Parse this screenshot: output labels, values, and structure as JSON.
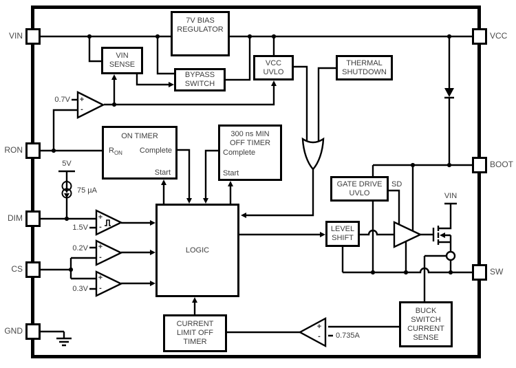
{
  "palette": {
    "line": "#000000",
    "text": "#3d3d3d",
    "background": "#ffffff"
  },
  "pins": {
    "vin": "VIN",
    "ron": "RON",
    "dim": "DIM",
    "cs": "CS",
    "gnd": "GND",
    "vcc": "VCC",
    "boot": "BOOT",
    "sw": "SW"
  },
  "blocks": {
    "bias_regulator": {
      "l1": "7V BIAS",
      "l2": "REGULATOR"
    },
    "vin_sense": {
      "l1": "VIN",
      "l2": "SENSE"
    },
    "bypass_switch": {
      "l1": "BYPASS",
      "l2": "SWITCH"
    },
    "vcc_uvlo": {
      "l1": "VCC",
      "l2": "UVLO"
    },
    "thermal_shutdown": {
      "l1": "THERMAL",
      "l2": "SHUTDOWN"
    },
    "on_timer": {
      "title": "ON TIMER",
      "r": "R",
      "r_sub": "ON",
      "complete": "Complete",
      "start": "Start"
    },
    "off_timer": {
      "l1": "300 ns MIN",
      "l2": "OFF TIMER",
      "complete": "Complete",
      "start": "Start"
    },
    "gate_drive_uvlo": {
      "l1": "GATE DRIVE",
      "l2": "UVLO"
    },
    "level_shift": {
      "l1": "LEVEL",
      "l2": "SHIFT"
    },
    "logic": {
      "label": "LOGIC"
    },
    "current_limit_off_timer": {
      "l1": "CURRENT",
      "l2": "LIMIT OFF",
      "l3": "TIMER"
    },
    "buck_switch_current_sense": {
      "l1": "BUCK",
      "l2": "SWITCH",
      "l3": "CURRENT",
      "l4": "SENSE"
    }
  },
  "refs": {
    "enable_threshold": "0.7V",
    "dim_rail": "5V",
    "dim_current": "75 µA",
    "dim_threshold": "1.5V",
    "cs_threshold_low": "0.2V",
    "cs_threshold_high": "0.3V",
    "current_limit_threshold": "0.735A",
    "sd_signal": "SD",
    "switch_drain_rail": "VIN"
  },
  "sym": {
    "plus": "+",
    "minus": "-"
  }
}
